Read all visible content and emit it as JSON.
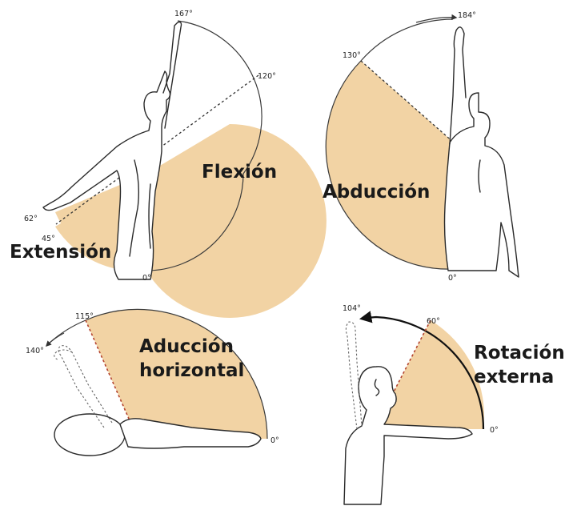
{
  "panels": {
    "flexion": {
      "labels": {
        "flexion": "Flexión",
        "extension": "Extensión"
      },
      "degrees": {
        "d167": "167°",
        "d120": "120°",
        "d62": "62°",
        "d45": "45°",
        "d0": "0°"
      }
    },
    "abduction": {
      "labels": {
        "main": "Abducción"
      },
      "degrees": {
        "d184": "184°",
        "d130": "130°",
        "d0": "0°"
      }
    },
    "horizontal": {
      "labels": {
        "line1": "Aducción",
        "line2": "horizontal"
      },
      "degrees": {
        "d115": "115°",
        "d140": "140°",
        "d0": "0°"
      }
    },
    "rotation": {
      "labels": {
        "line1": "Rotación",
        "line2": "externa"
      },
      "degrees": {
        "d104": "104°",
        "d60": "60°",
        "d0": "0°"
      }
    }
  },
  "colors": {
    "sector_fill": "#f2d3a4",
    "dashed_red": "#b3432f",
    "line": "#2a2a2a"
  }
}
